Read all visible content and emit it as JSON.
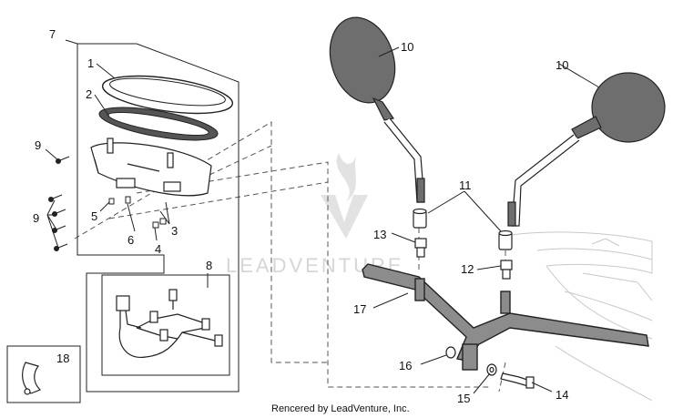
{
  "labels": {
    "l1": "1",
    "l2": "2",
    "l3": "3",
    "l4": "4",
    "l5": "5",
    "l6": "6",
    "l7": "7",
    "l8": "8",
    "l9a": "9",
    "l9b": "9",
    "l10a": "10",
    "l10b": "10",
    "l11": "11",
    "l12": "12",
    "l13": "13",
    "l14": "14",
    "l15": "15",
    "l16": "16",
    "l17": "17",
    "l18": "18"
  },
  "watermark": "LEADVENTURE",
  "credit": "Rencered by LeadVenture, Inc.",
  "colors": {
    "mirror_fill": "#6e6e6e",
    "line": "#222222",
    "watermark": "#d6d6d6",
    "dash": "#555555"
  }
}
